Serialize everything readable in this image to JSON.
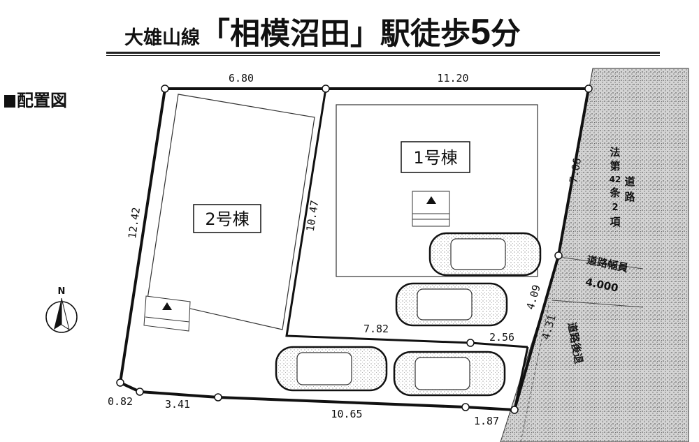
{
  "header": {
    "line_name": "大雄山線",
    "station": "「相模沼田」",
    "walk_prefix": "駅徒歩",
    "walk_minutes": "5",
    "walk_unit": "分"
  },
  "section_label": "配置図",
  "compass": {
    "label": "N"
  },
  "buildings": [
    {
      "label": "1号棟"
    },
    {
      "label": "2号棟"
    }
  ],
  "dimensions": {
    "top_left": "6.80",
    "top_right": "11.20",
    "left": "12.42",
    "divider": "10.47",
    "right_upper": "7.06",
    "right_lower": "4.09",
    "diag_right": "4.31",
    "mid": "7.82",
    "mid_right": "2.56",
    "bottom_left_corner": "0.82",
    "bottom_1": "3.41",
    "bottom_2": "10.65",
    "bottom_right": "1.87"
  },
  "road": {
    "type_chars": [
      "法",
      "第",
      "42",
      "条",
      "2",
      "項"
    ],
    "road_chars": [
      "道",
      "路"
    ],
    "width_label": "道路幅員",
    "width_value": "4.000",
    "retreat_label": "道路後退"
  }
}
